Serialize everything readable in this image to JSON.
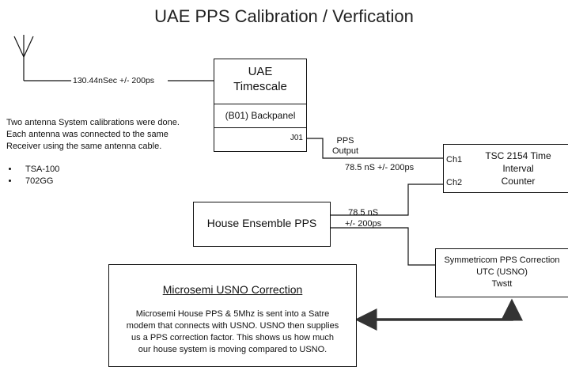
{
  "title": "UAE PPS Calibration / Verfication",
  "antenna_link_label": "130.44nSec +/- 200ps",
  "uae_timescale": {
    "line1": "UAE",
    "line2": "Timescale",
    "backpanel": "(B01) Backpanel",
    "port": "J01"
  },
  "calibration_note": {
    "lines": [
      "Two antenna System calibrations were done.",
      "Each antenna was connected to the same",
      "Receiver using the same antenna cable."
    ],
    "antennas": [
      "TSA-100",
      "702GG"
    ]
  },
  "pps_output": {
    "line1": "PPS",
    "line2": "Output",
    "delay": "78.5 nS +/- 200ps"
  },
  "counter": {
    "line1": "TSC 2154 Time",
    "line2": "Interval",
    "line3": "Counter",
    "ch1": "Ch1",
    "ch2": "Ch2"
  },
  "house_ensemble": {
    "label": "House Ensemble PPS",
    "delay_line1": "78.5 nS",
    "delay_line2": "+/- 200ps"
  },
  "symmetricom": {
    "line1": "Symmetricom PPS Correction",
    "line2": "UTC (USNO)",
    "line3": "Twstt"
  },
  "microsemi": {
    "heading": "Microsemi USNO Correction",
    "lines": [
      "Microsemi House PPS & 5Mhz is sent into a Satre",
      "modem that connects with USNO. USNO then supplies",
      "us a PPS correction factor. This shows us how much",
      "our house system is moving compared to USNO."
    ]
  }
}
